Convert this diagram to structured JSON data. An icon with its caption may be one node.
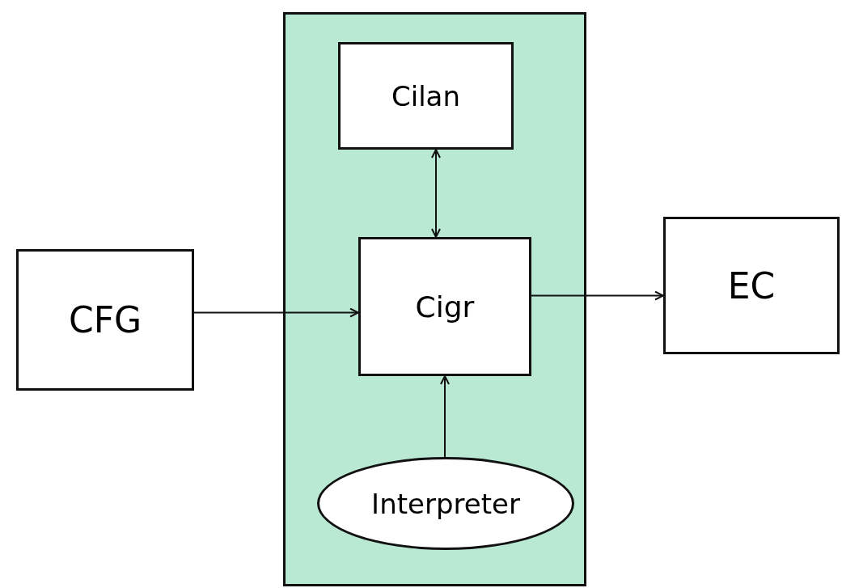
{
  "diagram": {
    "nodes": [
      {
        "text": [
          "CFG"
        ]
      },
      {
        "text": [],
        "shape": "box"
      },
      {
        "text": [
          "Cilan"
        ],
        "in": 1
      },
      {
        "text": [
          "Cigr"
        ],
        "in": 1
      },
      {
        "text": [
          "Interpreter"
        ],
        "in": 1
      },
      {
        "text": [
          "EC"
        ]
      }
    ],
    "edges": [
      {
        "from": 0,
        "to": 3,
        "arrow": "to"
      },
      {
        "from": 2,
        "to": 3,
        "arrow": "both"
      },
      {
        "from": 4,
        "to": 3,
        "arrow": "to"
      },
      {
        "from": 3,
        "to": 5,
        "arrow": "to"
      }
    ]
  }
}
